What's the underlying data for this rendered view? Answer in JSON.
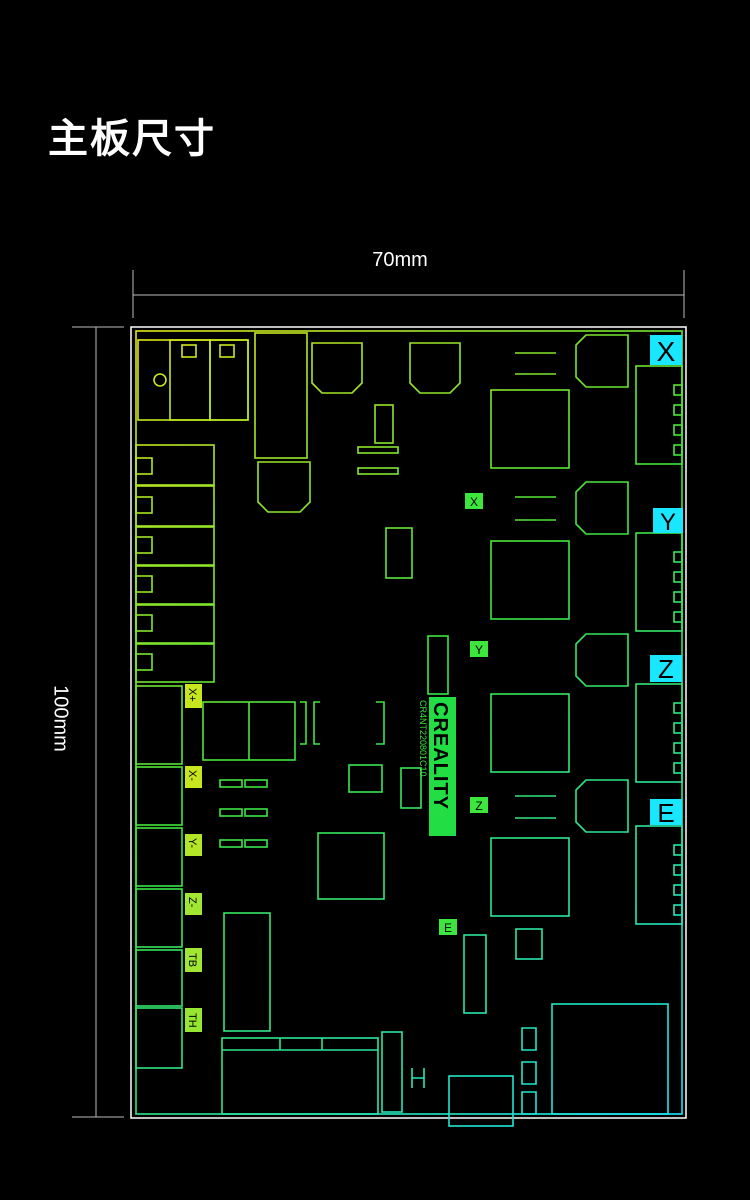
{
  "title": "主板尺寸",
  "dimensions": {
    "width": "70mm",
    "height": "100mm"
  },
  "board": {
    "brand": "CREALITY",
    "model": "CR4NT220801C10",
    "motor_labels": [
      "X",
      "Y",
      "Z",
      "E"
    ],
    "driver_labels": [
      "X",
      "Y",
      "Z",
      "E"
    ],
    "endstop_labels": [
      "X+",
      "X-",
      "Y-",
      "Z-",
      "TB",
      "TH"
    ],
    "colors": {
      "start": "#e6e619",
      "mid": "#3ce63c",
      "end": "#19e6ff",
      "brand_bg": "#22dd44"
    }
  }
}
